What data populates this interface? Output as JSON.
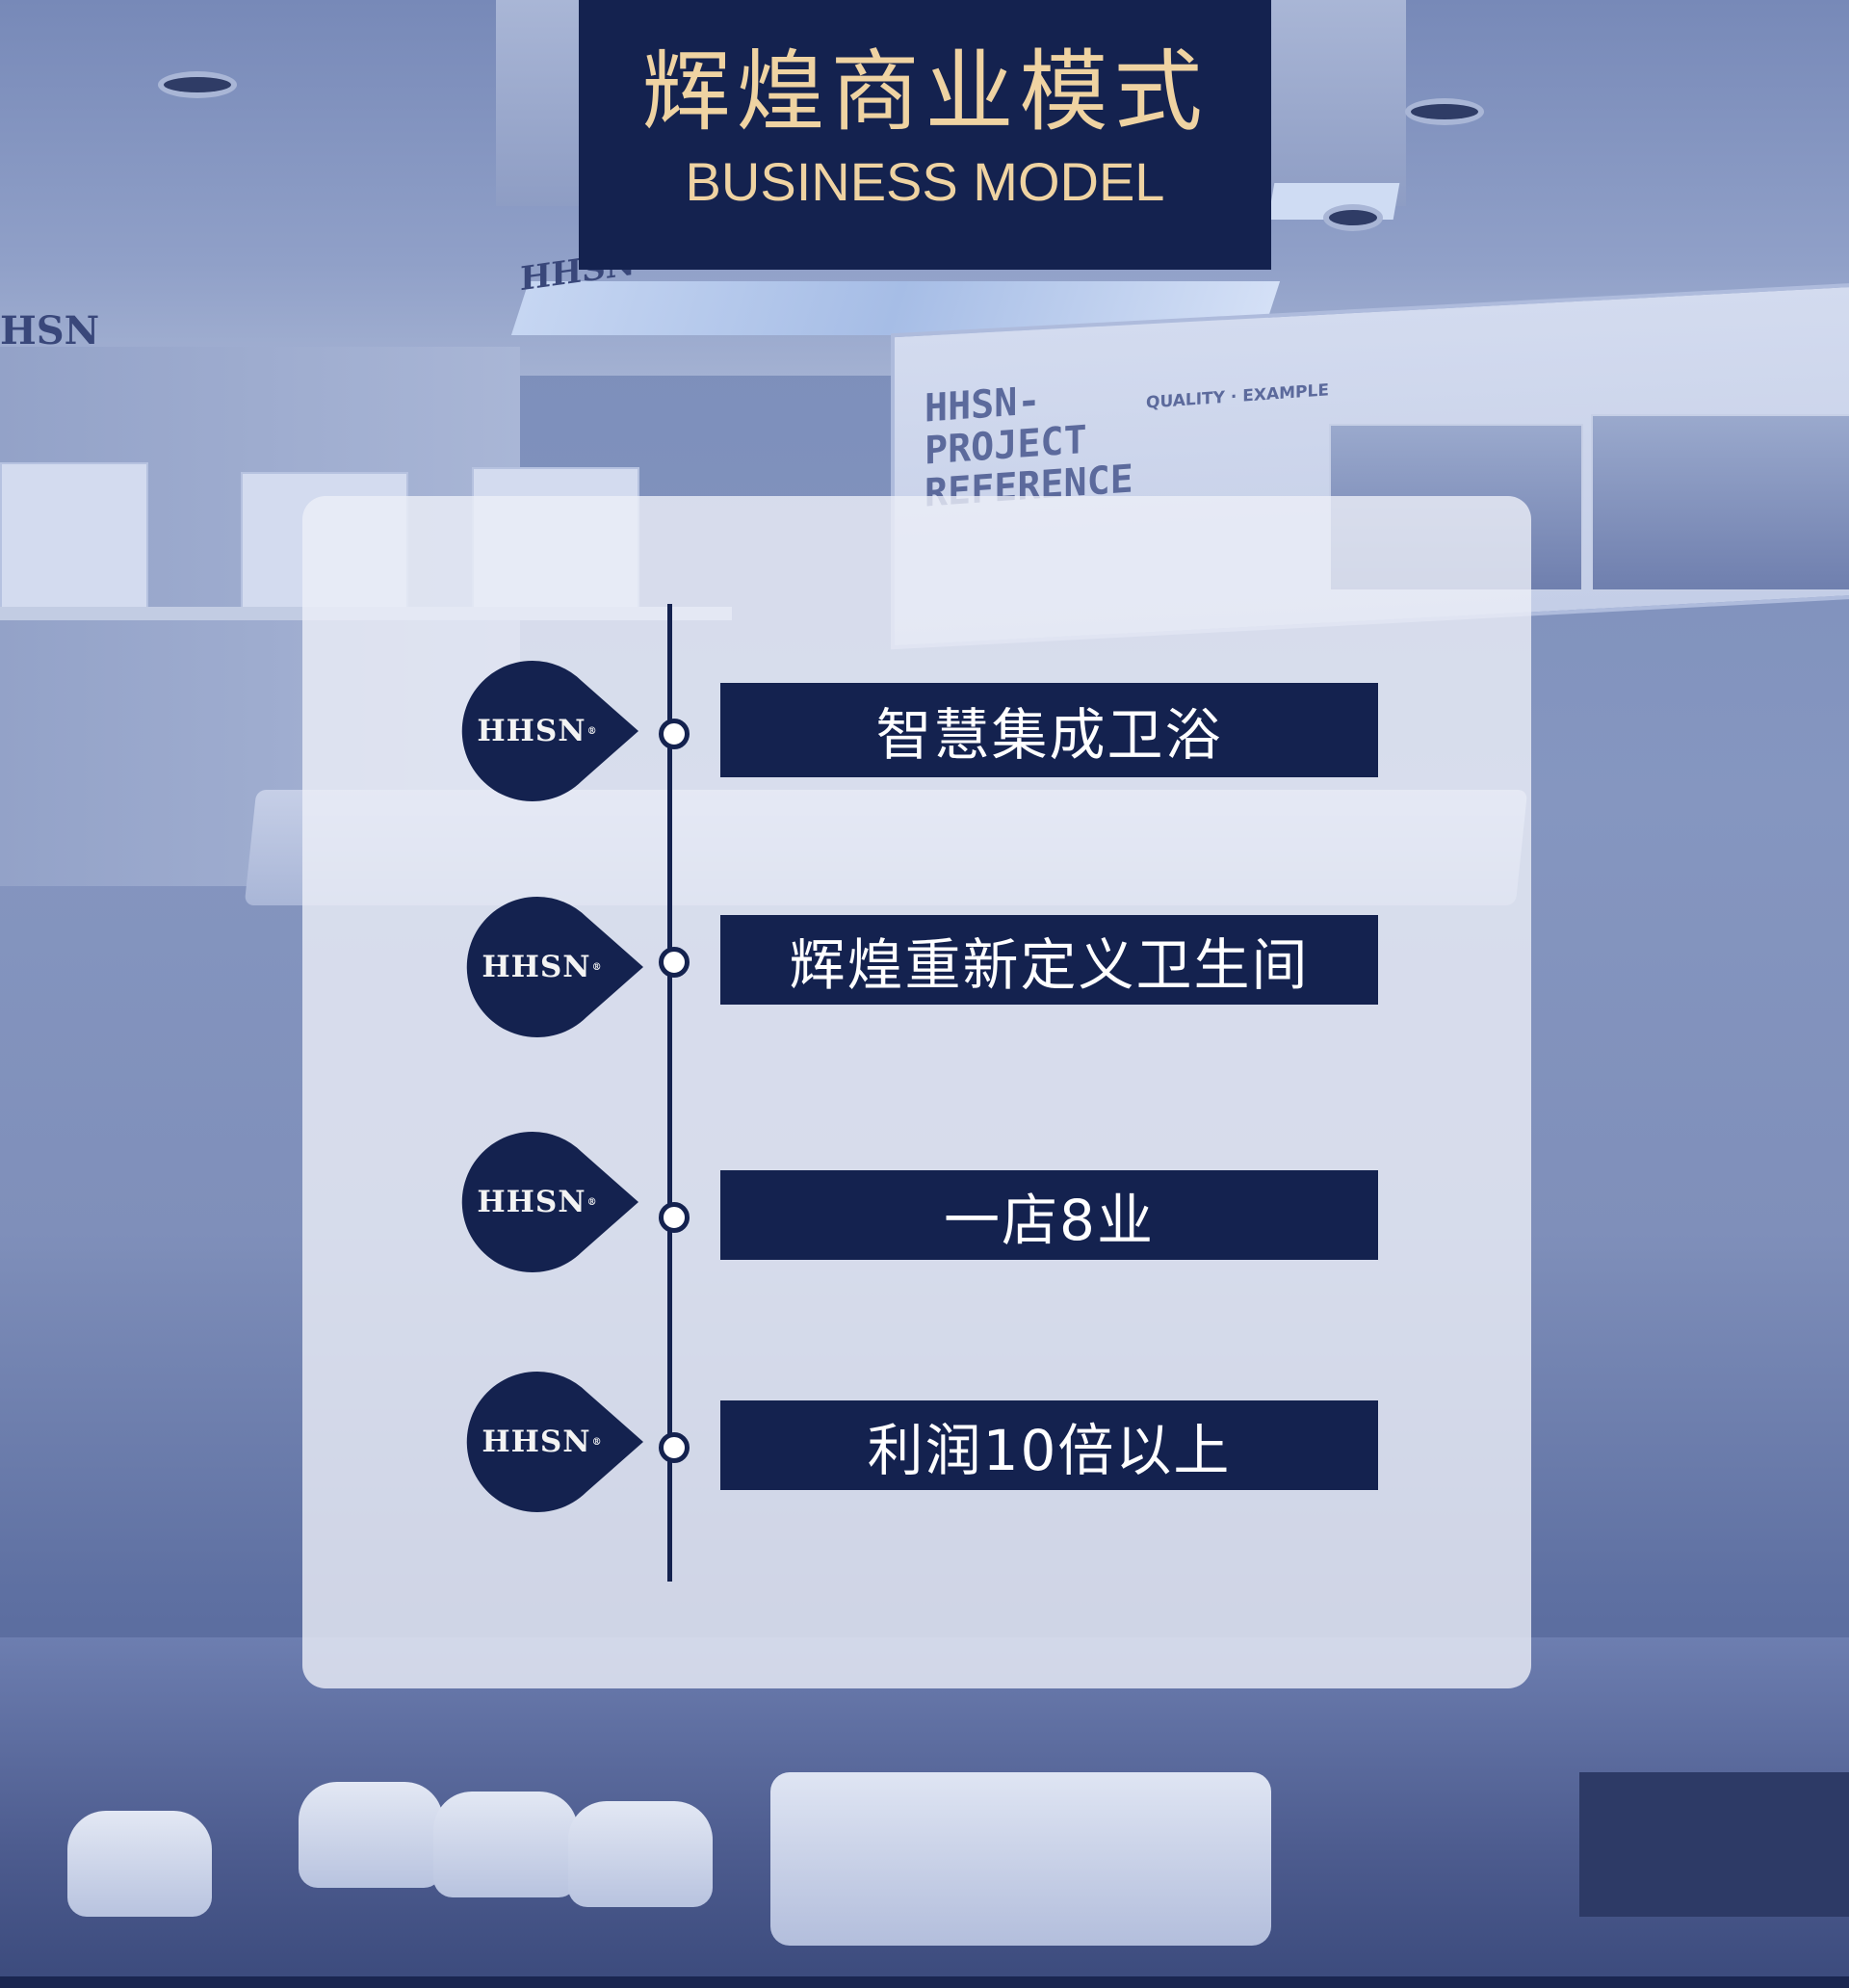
{
  "header": {
    "title_zh": "辉煌商业模式",
    "title_en": "BUSINESS MODEL"
  },
  "background": {
    "wall_logo_left": "HSN",
    "wall_logo_center": "HHSN",
    "billboard_title": "HHSN-\nPROJECT\nREFERENCE",
    "billboard_subtitle": "QUALITY · EXAMPLE"
  },
  "timeline": {
    "items": [
      {
        "logo": "HHSN",
        "label": "智慧集成卫浴"
      },
      {
        "logo": "HHSN",
        "label": "辉煌重新定义卫生间"
      },
      {
        "logo": "HHSN",
        "label": "一店8业"
      },
      {
        "logo": "HHSN",
        "label": "利润10倍以上"
      }
    ]
  },
  "colors": {
    "navy": "#14224f",
    "gold": "#efd3a2",
    "panel": "#eceff8"
  }
}
